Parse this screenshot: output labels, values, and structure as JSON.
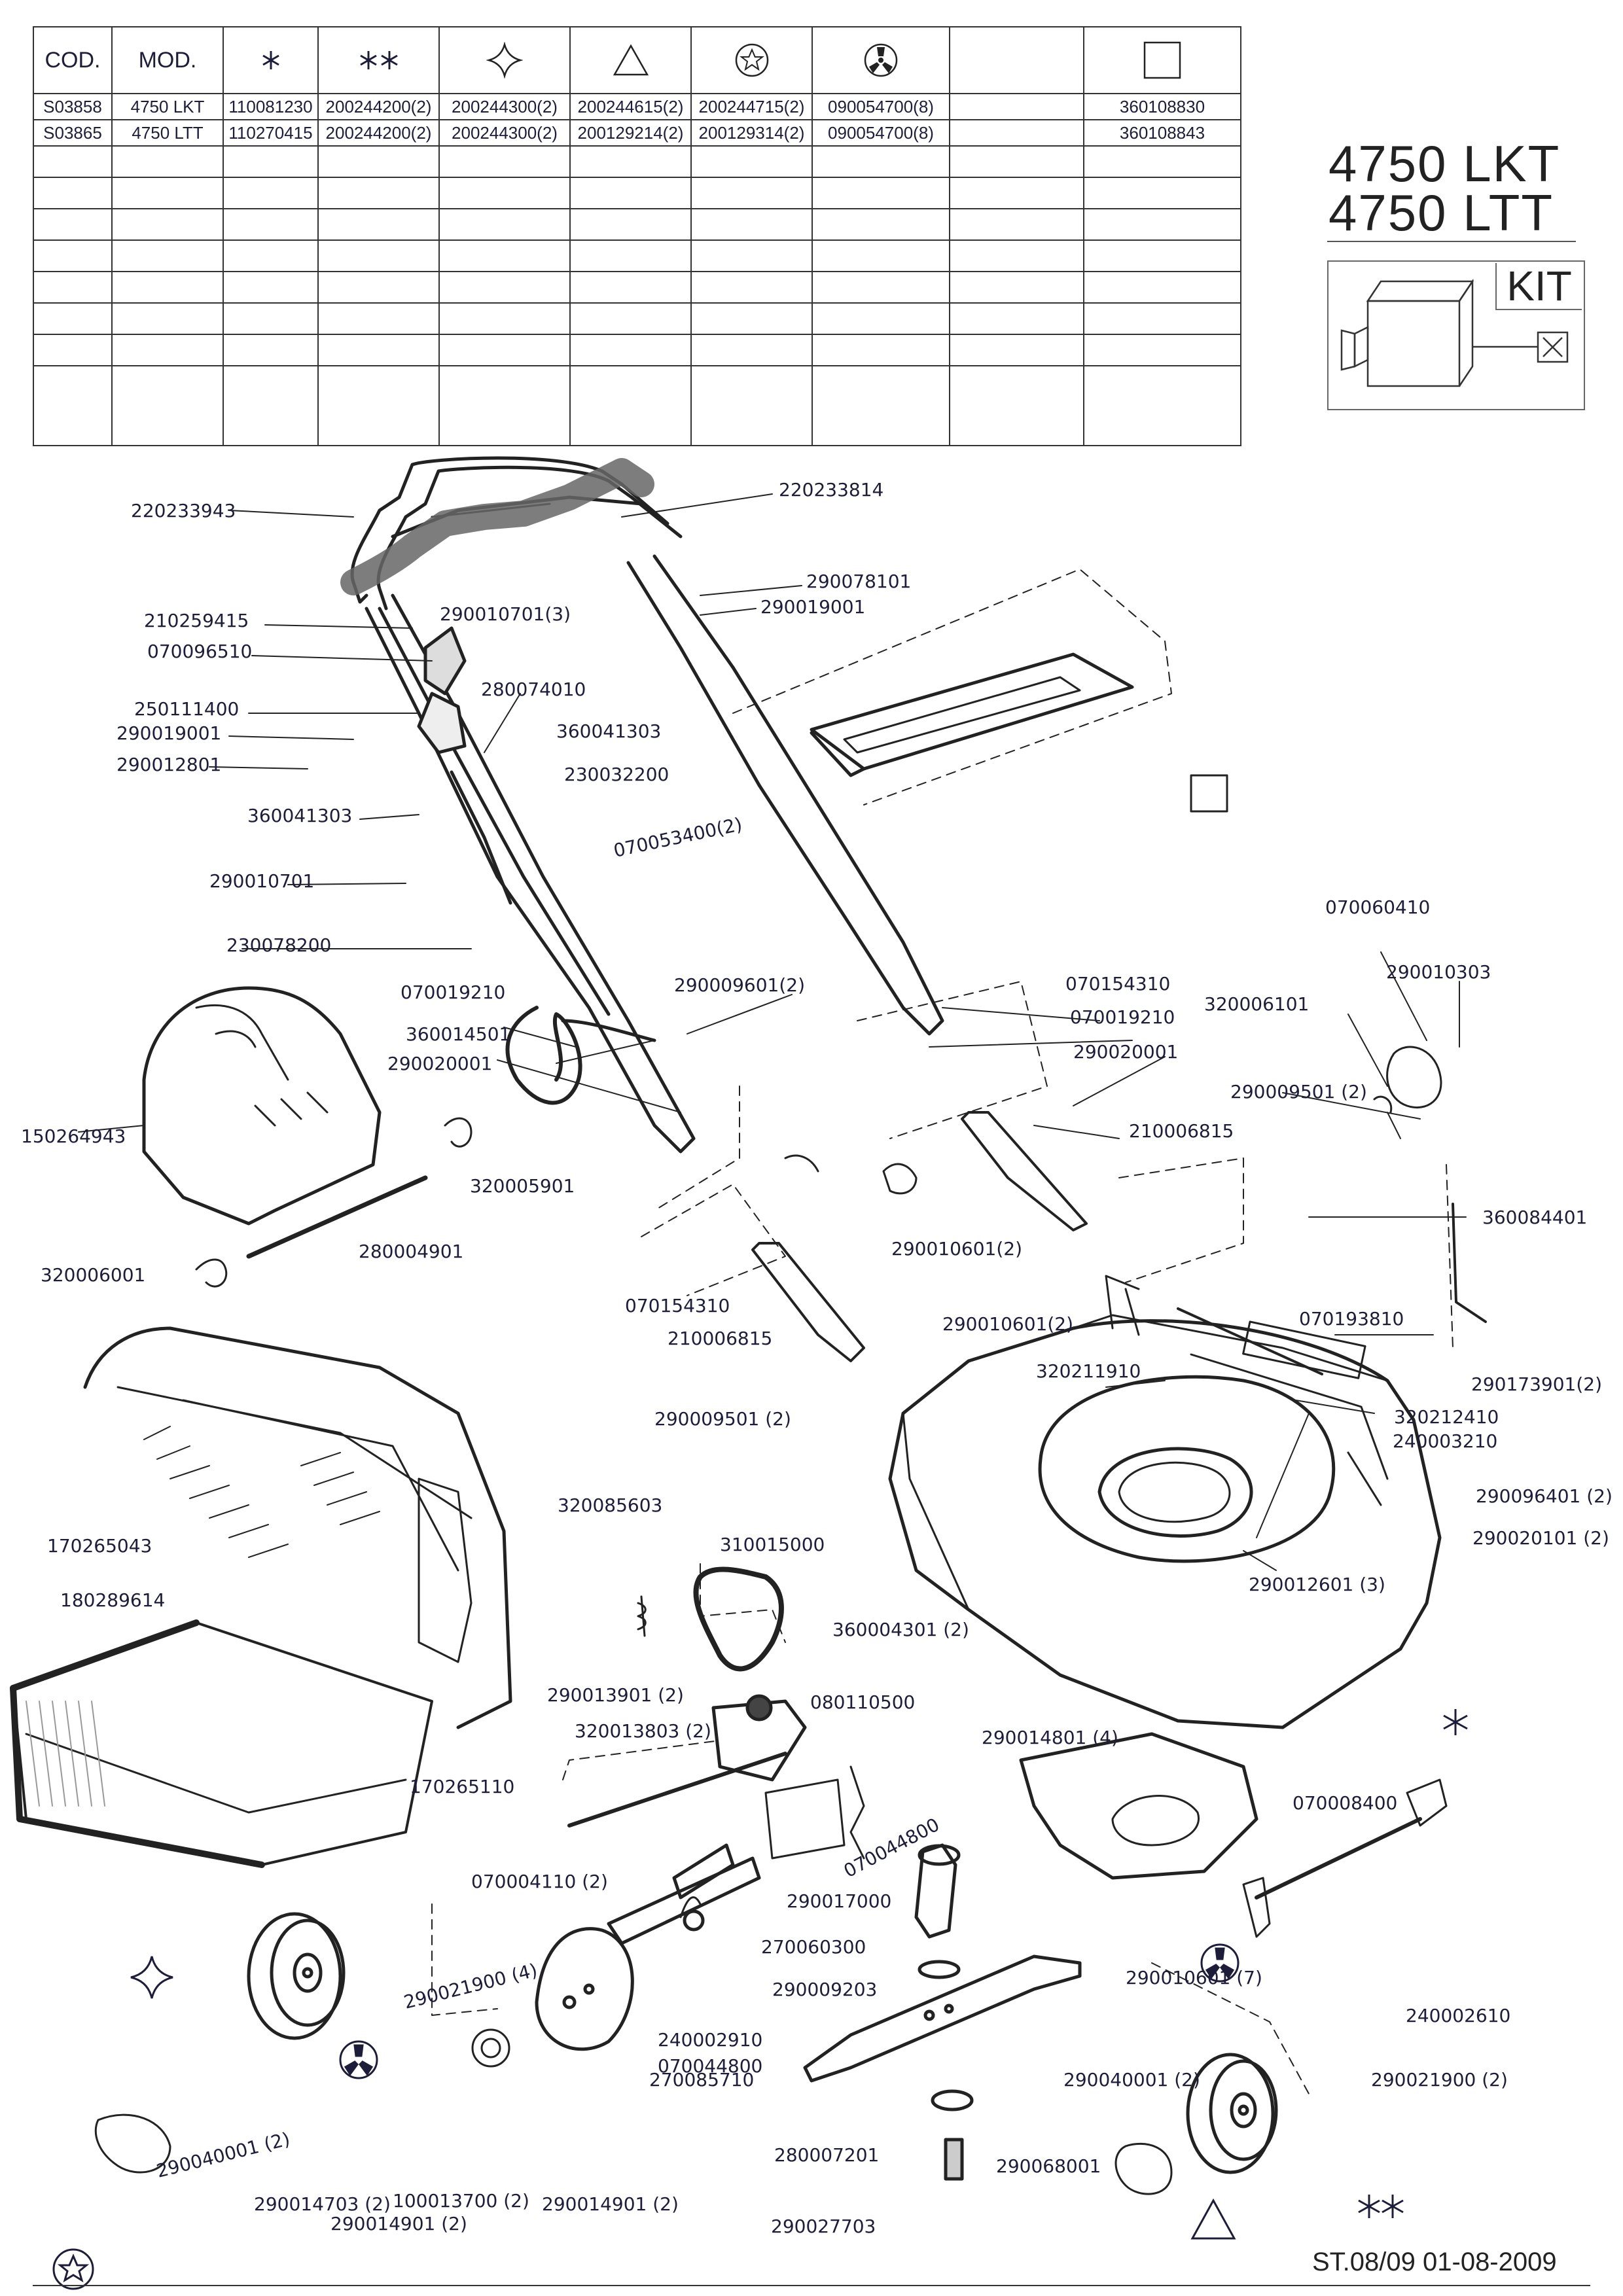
{
  "table": {
    "headers": [
      "COD.",
      "MOD.",
      "",
      "",
      "",
      "",
      "",
      "",
      "",
      ""
    ],
    "header_icons": [
      "",
      "",
      "single-asterisk-icon",
      "double-asterisk-icon",
      "four-point-star-icon",
      "triangle-icon",
      "circled-star-icon",
      "circled-tri-spoke-icon",
      "",
      "square-icon"
    ],
    "rows": [
      [
        "S03858",
        "4750 LKT",
        "110081230",
        "200244200(2)",
        "200244300(2)",
        "200244615(2)",
        "200244715(2)",
        "090054700(8)",
        "",
        "360108830"
      ],
      [
        "S03865",
        "4750 LTT",
        "110270415",
        "200244200(2)",
        "200244300(2)",
        "200129214(2)",
        "200129314(2)",
        "090054700(8)",
        "",
        "360108843"
      ]
    ]
  },
  "models": [
    "4750 LKT",
    "4750 LTT"
  ],
  "kit_label": "KIT",
  "footer_code": "ST.08/09  01-08-2009",
  "symbols": {
    "single": "*",
    "double": "**"
  },
  "labels": [
    {
      "id": "220233943",
      "text": "220233943"
    },
    {
      "id": "220233814",
      "text": "220233814"
    },
    {
      "id": "290078101",
      "text": "290078101"
    },
    {
      "id": "290019001a",
      "text": "290019001"
    },
    {
      "id": "210259415",
      "text": "210259415"
    },
    {
      "id": "290010701-3",
      "text": "290010701(3)"
    },
    {
      "id": "070096510",
      "text": "070096510"
    },
    {
      "id": "280074010",
      "text": "280074010"
    },
    {
      "id": "250111400",
      "text": "250111400"
    },
    {
      "id": "360041303a",
      "text": "360041303"
    },
    {
      "id": "290019001b",
      "text": "290019001"
    },
    {
      "id": "290012801",
      "text": "290012801"
    },
    {
      "id": "230032200",
      "text": "230032200"
    },
    {
      "id": "360041303b",
      "text": "360041303"
    },
    {
      "id": "070053400-2",
      "text": "070053400(2)"
    },
    {
      "id": "290010701",
      "text": "290010701"
    },
    {
      "id": "230078200",
      "text": "230078200"
    },
    {
      "id": "070060410",
      "text": "070060410"
    },
    {
      "id": "290010303",
      "text": "290010303"
    },
    {
      "id": "070019210a",
      "text": "070019210"
    },
    {
      "id": "290009601-2",
      "text": "290009601(2)"
    },
    {
      "id": "070154310a",
      "text": "070154310"
    },
    {
      "id": "070019210b",
      "text": "070019210"
    },
    {
      "id": "320006101",
      "text": "320006101"
    },
    {
      "id": "360014501",
      "text": "360014501"
    },
    {
      "id": "290020001a",
      "text": "290020001"
    },
    {
      "id": "290020001b",
      "text": "290020001"
    },
    {
      "id": "290009501-2a",
      "text": "290009501 (2)"
    },
    {
      "id": "150264943",
      "text": "150264943"
    },
    {
      "id": "210006815a",
      "text": "210006815"
    },
    {
      "id": "320005901",
      "text": "320005901"
    },
    {
      "id": "360084401",
      "text": "360084401"
    },
    {
      "id": "290010601-2a",
      "text": "290010601(2)"
    },
    {
      "id": "280004901",
      "text": "280004901"
    },
    {
      "id": "320006001",
      "text": "320006001"
    },
    {
      "id": "070154310b",
      "text": "070154310"
    },
    {
      "id": "290010601-2b",
      "text": "290010601(2)"
    },
    {
      "id": "070193810",
      "text": "070193810"
    },
    {
      "id": "210006815b",
      "text": "210006815"
    },
    {
      "id": "320211910",
      "text": "320211910"
    },
    {
      "id": "290173901-2",
      "text": "290173901(2)"
    },
    {
      "id": "320212410",
      "text": "320212410"
    },
    {
      "id": "290009501-2b",
      "text": "290009501 (2)"
    },
    {
      "id": "240003210",
      "text": "240003210"
    },
    {
      "id": "290096401-2",
      "text": "290096401 (2)"
    },
    {
      "id": "320085603",
      "text": "320085603"
    },
    {
      "id": "310015000",
      "text": "310015000"
    },
    {
      "id": "290020101-2",
      "text": "290020101 (2)"
    },
    {
      "id": "170265043",
      "text": "170265043"
    },
    {
      "id": "290012601-3",
      "text": "290012601 (3)"
    },
    {
      "id": "180289614",
      "text": "180289614"
    },
    {
      "id": "360004301-2",
      "text": "360004301 (2)"
    },
    {
      "id": "290013901-2",
      "text": "290013901 (2)"
    },
    {
      "id": "080110500",
      "text": "080110500"
    },
    {
      "id": "320013803-2",
      "text": "320013803 (2)"
    },
    {
      "id": "290014801-4",
      "text": "290014801 (4)"
    },
    {
      "id": "170265110",
      "text": "170265110"
    },
    {
      "id": "070008400",
      "text": "070008400"
    },
    {
      "id": "070044800a",
      "text": "070044800"
    },
    {
      "id": "070004110-2",
      "text": "070004110 (2)"
    },
    {
      "id": "290017000",
      "text": "290017000"
    },
    {
      "id": "270060300",
      "text": "270060300"
    },
    {
      "id": "290021900-4",
      "text": "290021900 (4)"
    },
    {
      "id": "290009203",
      "text": "290009203"
    },
    {
      "id": "290010601-7",
      "text": "290010601 (7)"
    },
    {
      "id": "240002610",
      "text": "240002610"
    },
    {
      "id": "240002910",
      "text": "240002910"
    },
    {
      "id": "070044800b",
      "text": "070044800"
    },
    {
      "id": "290040001-2a",
      "text": "290040001 (2)"
    },
    {
      "id": "270085710",
      "text": "270085710"
    },
    {
      "id": "290021900-2",
      "text": "290021900 (2)"
    },
    {
      "id": "290040001-2b",
      "text": "290040001 (2)"
    },
    {
      "id": "280007201",
      "text": "280007201"
    },
    {
      "id": "290068001",
      "text": "290068001"
    },
    {
      "id": "290014703-2",
      "text": "290014703 (2)"
    },
    {
      "id": "100013700-2",
      "text": "100013700 (2)"
    },
    {
      "id": "290014901-2a",
      "text": "290014901 (2)"
    },
    {
      "id": "290014901-2b",
      "text": "290014901 (2)"
    },
    {
      "id": "290027703",
      "text": "290027703"
    }
  ]
}
